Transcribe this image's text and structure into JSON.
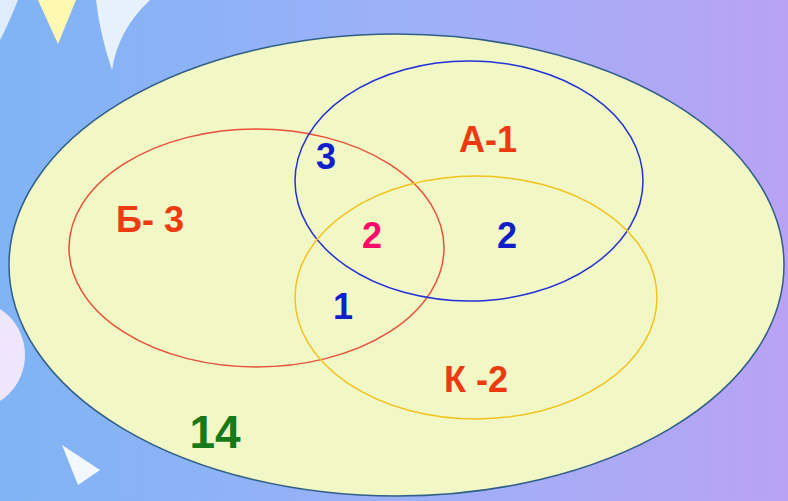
{
  "diagram": {
    "nodes": [
      {
        "text": [
          "14"
        ]
      },
      {
        "text": [
          "Б- 3"
        ],
        "in": 0
      },
      {
        "text": [
          "А-1"
        ],
        "in": 0
      },
      {
        "text": [
          "К -2"
        ],
        "in": 0
      }
    ],
    "labels": [
      "3",
      "2",
      "2",
      "1"
    ]
  }
}
